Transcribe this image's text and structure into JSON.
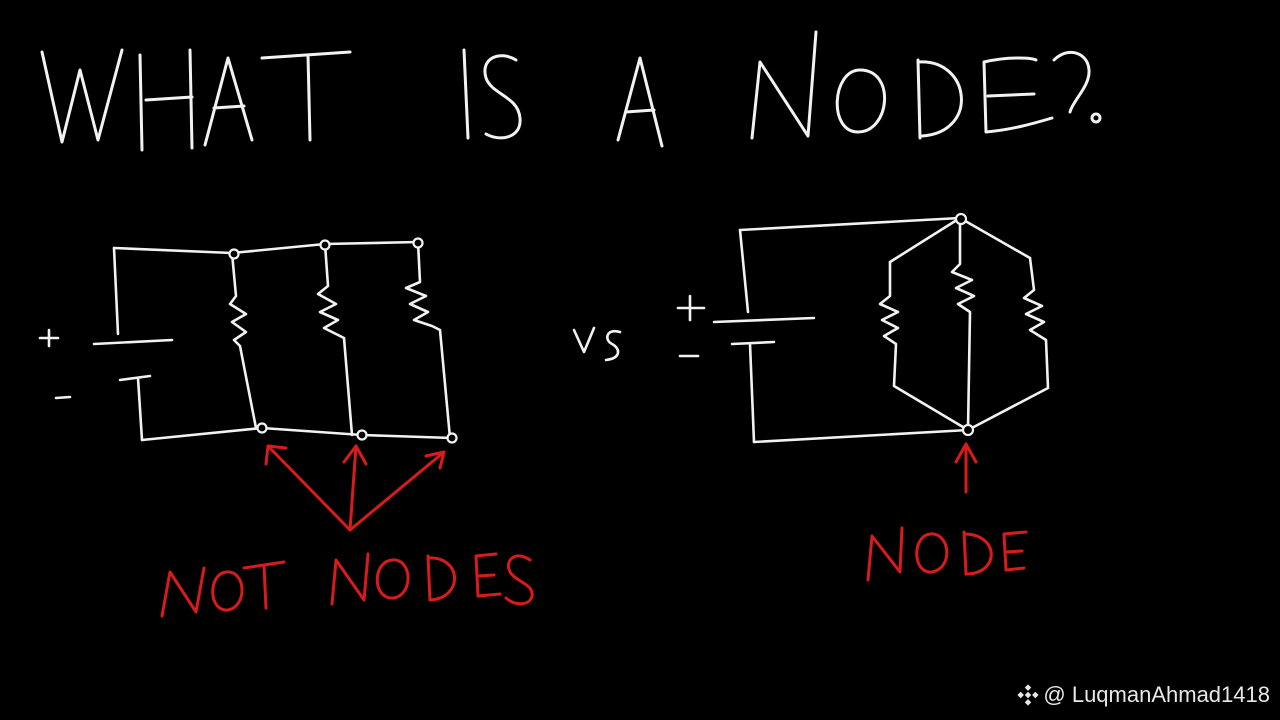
{
  "title": "WHAT IS A NODE?",
  "vs_label": "VS",
  "left_circuit": {
    "battery_plus": "+",
    "battery_minus": "-",
    "annotation": "NOT NODES"
  },
  "right_circuit": {
    "battery_plus": "+",
    "battery_minus": "-",
    "annotation": "NODE"
  },
  "watermark": {
    "icon": "binance-diamond-icon",
    "text": "@ LuqmanAhmad1418"
  },
  "colors": {
    "background": "#000000",
    "chalk": "#f2f2f2",
    "annotation": "#d81b1b"
  }
}
